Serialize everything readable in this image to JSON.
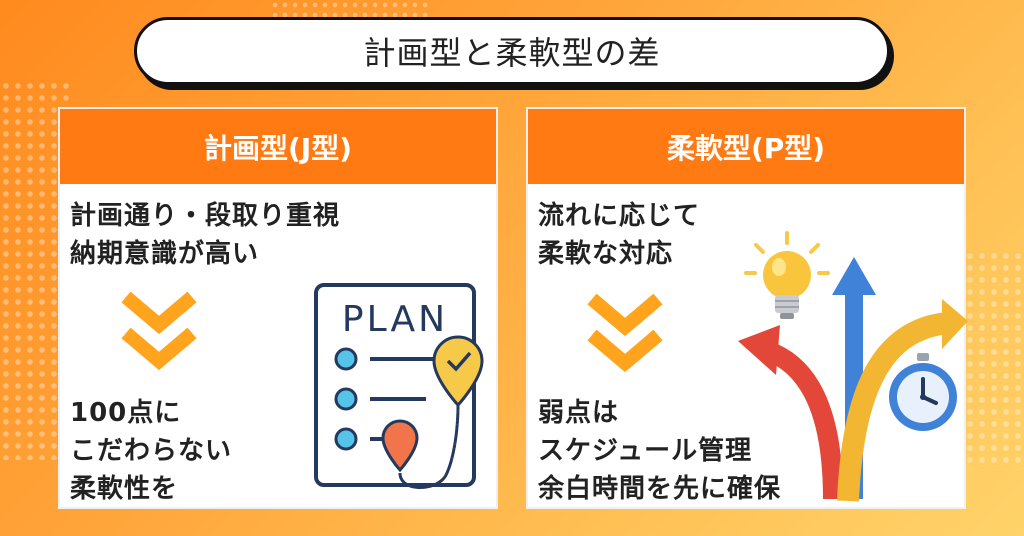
{
  "title": "計画型と柔軟型の差",
  "left": {
    "header": "計画型(J型)",
    "top_lines": [
      "計画通り・段取り重視",
      "納期意識が高い"
    ],
    "bottom_lines": [
      "100点に",
      "こだわらない",
      "柔軟性を"
    ],
    "illustration_text": "PLAN"
  },
  "right": {
    "header": "柔軟型(P型)",
    "top_lines": [
      "流れに応じて",
      "柔軟な対応"
    ],
    "bottom_lines": [
      "弱点は",
      "スケジュール管理",
      "余白時間を先に確保"
    ]
  },
  "colors": {
    "accent": "#ff7a12",
    "chevron": "#ffa41c",
    "plan_navy": "#23395d",
    "plan_dot": "#55c4e8"
  },
  "icons": [
    "chevron-down-icon",
    "plan-checklist-icon",
    "lightbulb-icon",
    "arrows-icon",
    "stopwatch-icon"
  ]
}
